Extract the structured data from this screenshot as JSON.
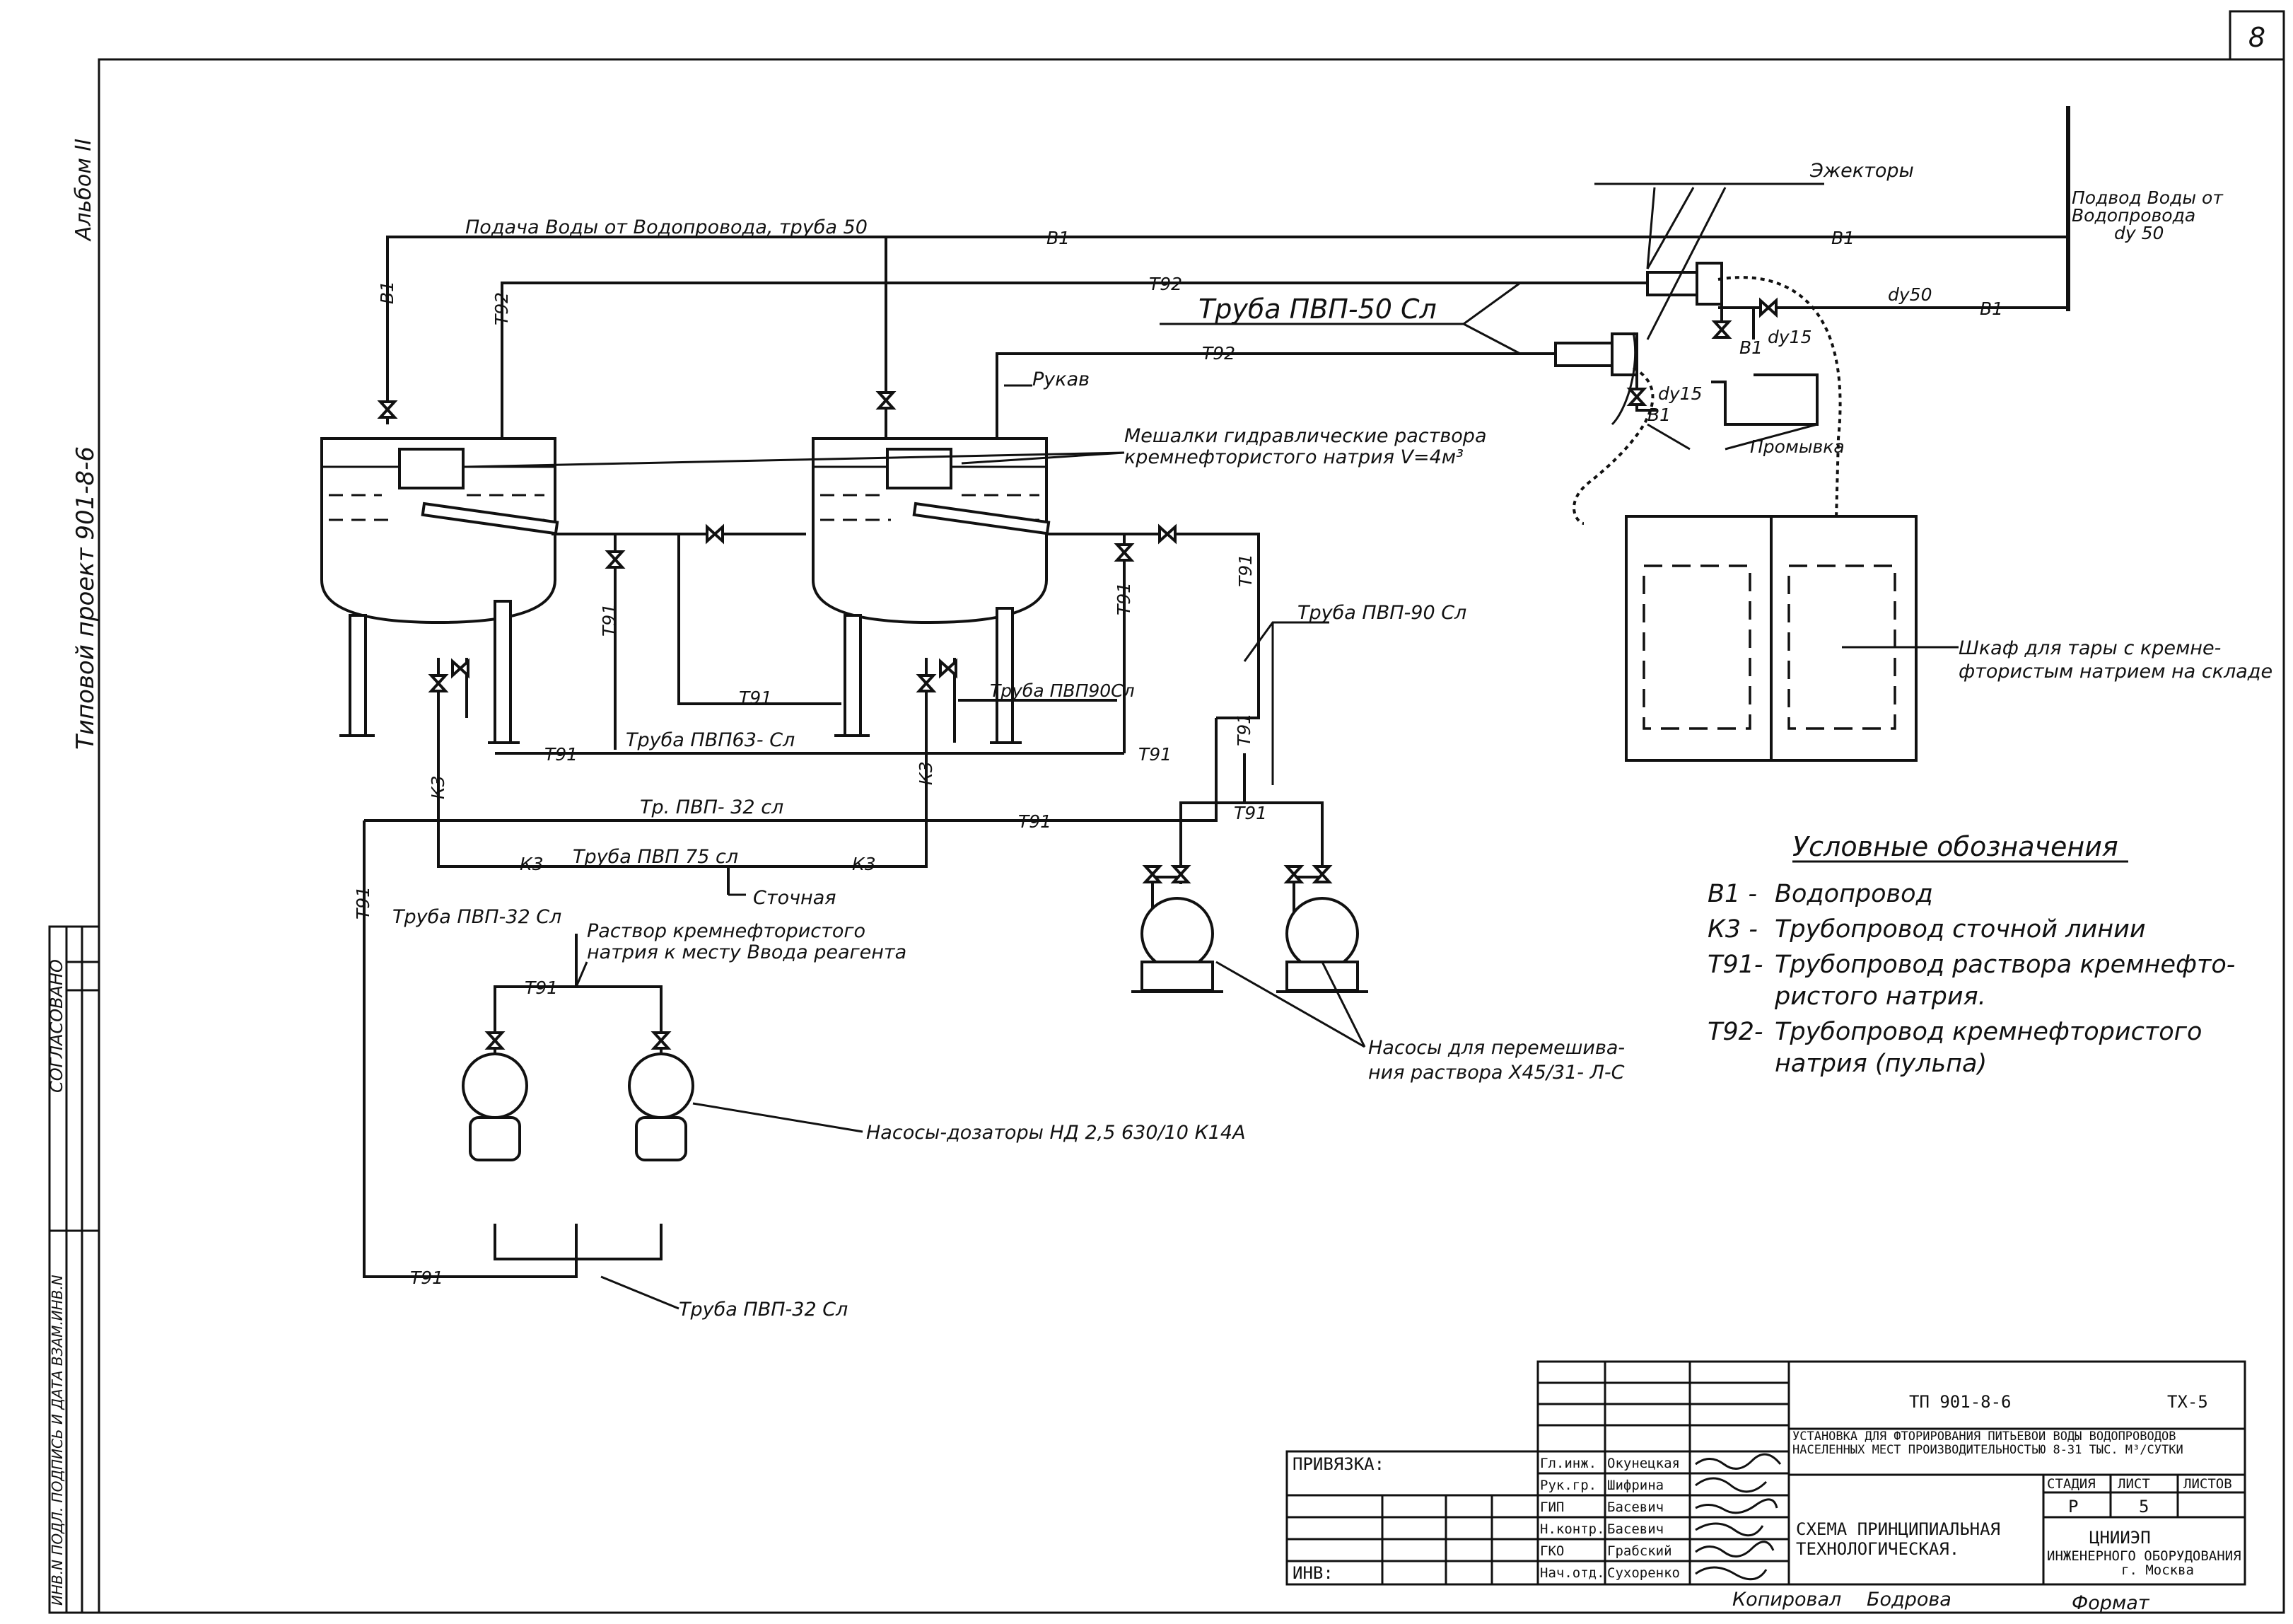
{
  "sheet": {
    "corner_number": "8",
    "side_title": "Типовой проект 901-8-6",
    "side_album": "Альбом II",
    "side_agreed": "СОГЛАСОВАНО",
    "side_inv": "ИНВ.N ПОДЛ.  ПОДПИСЬ И ДАТА  ВЗАМ.ИНВ.N"
  },
  "labels": {
    "water_supply": "Подача Воды от Водопровода, труба 50",
    "ejectors": "Эжекторы",
    "supply_right": "Подвод Воды от",
    "supply_right2": "Водопровода",
    "supply_right3": "dy 50",
    "pipe_pvp50": "Труба ПВП-50 Сл",
    "hose": "Рукав",
    "mixers_1": "Мешалки гидравлические раствора",
    "mixers_2": "кремнефтористого натрия V=4м³",
    "flushing": "Промывка",
    "dy50": "dy50",
    "dy15a": "dy15",
    "dy15b": "dy15",
    "pipe_pvp90": "Труба ПВП-90 Сл",
    "pipe_pvp90b": "Труба ПВП90Сл",
    "pipe_pvp63": "Труба ПВП63- Сл",
    "pipe_pvp32": "Тр. ПВП- 32 сл",
    "pipe_pvp75": "Труба ПВП 75 сл",
    "drain": "Сточная",
    "pipe_pvp32_left": "Труба ПВП-32 Сл",
    "solution_1": "Раствор кремнефтористого",
    "solution_2": "натрия к месту Ввода реагента",
    "cabinet_1": "Шкаф для тары с кремне-",
    "cabinet_2": "фтористым натрием на складе",
    "pumps_mix_1": "Насосы для перемешива-",
    "pumps_mix_2": "ния раствора Х45/31- Л-С",
    "dosing_pumps": "Насосы-дозаторы НД 2,5 630/10 К14А",
    "pipe_pvp32_bottom": "Труба ПВП-32 Сл"
  },
  "line_codes": {
    "b1": "В1",
    "k3": "К3",
    "t91": "Т91",
    "t92": "Т92"
  },
  "legend": {
    "title": "Условные обозначения",
    "items": [
      {
        "code": "В1 -",
        "text": "Водопровод"
      },
      {
        "code": "К3 -",
        "text": "Трубопровод сточной линии"
      },
      {
        "code": "Т91-",
        "text": "Трубопровод раствора кремнефто-"
      },
      {
        "code": "",
        "text": "ристого натрия."
      },
      {
        "code": "Т92-",
        "text": "Трубопровод кремнефтористого"
      },
      {
        "code": "",
        "text": "натрия (пульпа)"
      }
    ]
  },
  "title_block": {
    "binding": "ПРИВЯЗКА:",
    "inv": "ИНВ:",
    "project_code": "ТП 901-8-6",
    "sheet_code": "ТХ-5",
    "description": "УСТАНОВКА ДЛЯ ФТОРИРОВАНИЯ ПИТЬЕВОЙ ВОДЫ ВОДОПРОВОДОВ НАСЕЛЕННЫХ МЕСТ ПРОИЗВОДИТЕЛЬНОСТЬЮ 8-31 ТЫС. М³/СУТКИ",
    "drawing_title_1": "СХЕМА ПРИНЦИПИАЛЬНАЯ",
    "drawing_title_2": "ТЕХНОЛОГИЧЕСКАЯ.",
    "stage_header": "СТАДИЯ",
    "sheet_header": "ЛИСТ",
    "sheets_header": "ЛИСТОВ",
    "stage": "Р",
    "sheet": "5",
    "org": "ЦНИИЭП",
    "org_sub1": "ИНЖЕНЕРНОГО ОБОРУДОВАНИЯ",
    "org_sub2": "г. Москва",
    "roles": [
      {
        "role": "Гл.инж.",
        "name": "Окунецкая"
      },
      {
        "role": "Рук.гр.",
        "name": "Шифрина"
      },
      {
        "role": "ГИП",
        "name": "Басевич"
      },
      {
        "role": "Н.контр.",
        "name": "Басевич"
      },
      {
        "role": "ГКО",
        "name": "Грабский"
      },
      {
        "role": "Нач.отд.",
        "name": "Сухоренко"
      }
    ],
    "copied": "Копировал",
    "copied_name": "Бодрова",
    "format": "Формат"
  }
}
